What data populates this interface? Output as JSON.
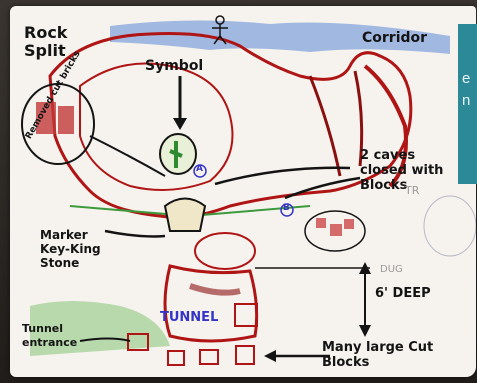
{
  "labels": {
    "rock_split": "Rock\nSplit",
    "corridor": "Corridor",
    "symbol": "Symbol",
    "removed_cut_bricks": "Removed cut bricks",
    "two_caves": "2 caves\nclosed with\nBlocks",
    "marker_keyking_stone": "Marker\nKey-King\nStone",
    "tunnel": "TUNNEL",
    "tunnel_entrance": "Tunnel\nentrance",
    "dug": "DUG",
    "depth": "6' DEEP",
    "many_large_cut_blocks": "Many large Cut\nBlocks",
    "marker_a": "A",
    "marker_b": "B",
    "faint_tr": "TR"
  },
  "overlay_panel": {
    "text_1": "e",
    "text_2": "n",
    "color": "#2c8a98"
  },
  "colors": {
    "ink": "#141414",
    "red": "#b01515",
    "blue_sky": "#3a6fc0",
    "green": "#3c9a3c",
    "paper": "#f6f3ee"
  }
}
